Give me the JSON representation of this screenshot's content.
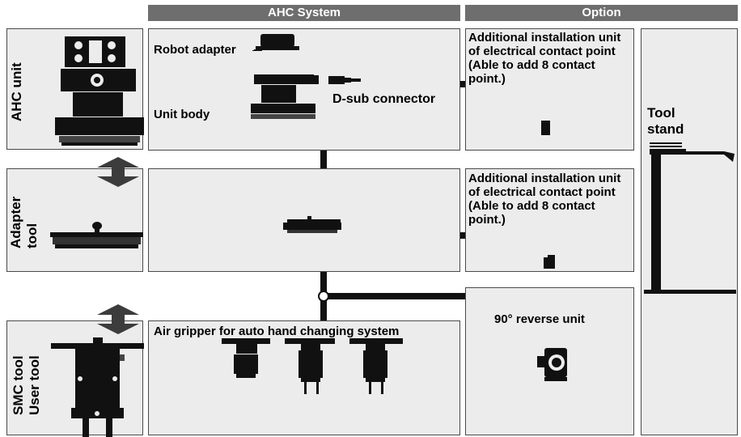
{
  "headers": {
    "ahc_system": "AHC System",
    "option": "Option"
  },
  "side_labels": {
    "ahc_unit": "AHC unit",
    "adapter_tool_line1": "Adapter",
    "adapter_tool_line2": "tool",
    "smc_tool_line1": "SMC tool",
    "smc_tool_line2": "User tool"
  },
  "ahc_panel": {
    "robot_adapter": "Robot adapter",
    "unit_body": "Unit body",
    "dsub_connector": "D-sub connector"
  },
  "option_panels": {
    "electrical_1": "Additional installation unit of electrical contact point (Able to add 8 contact point.)",
    "electrical_2": "Additional installation unit of electrical contact point (Able to add 8 contact point.)",
    "reverse_unit": "90° reverse unit",
    "tool_stand_line1": "Tool",
    "tool_stand_line2": "stand"
  },
  "gripper_panel": {
    "title": "Air gripper for auto hand changing system"
  }
}
